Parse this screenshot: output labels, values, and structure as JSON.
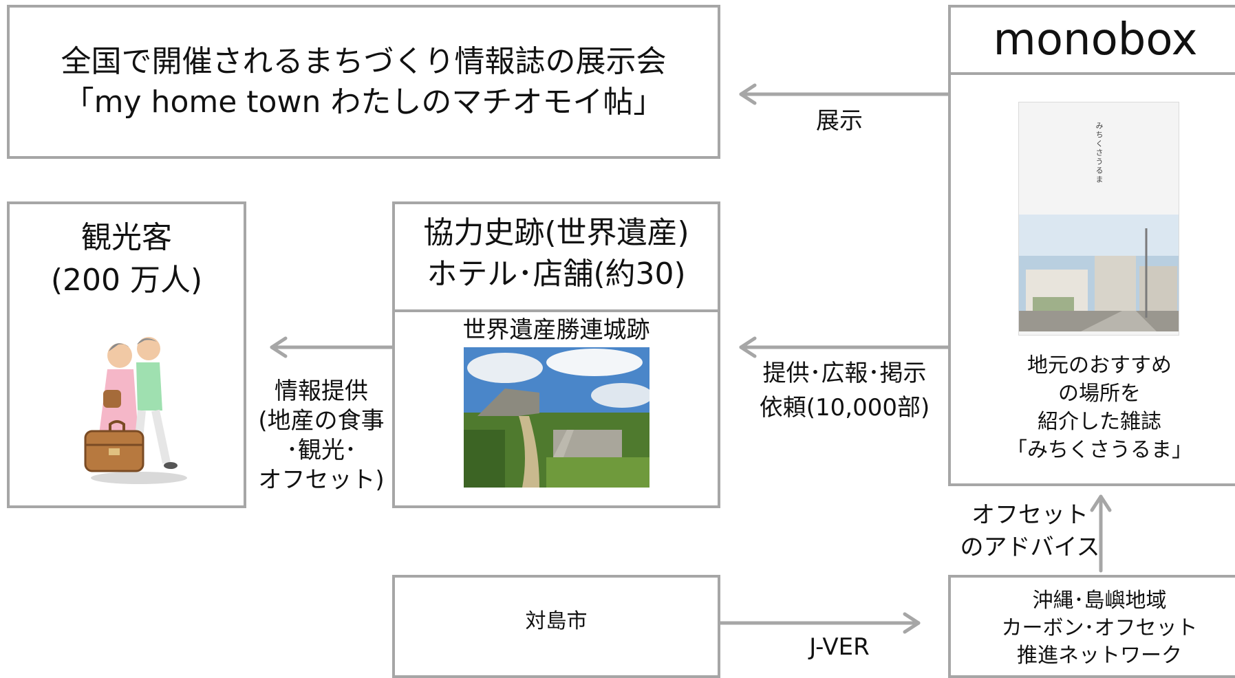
{
  "exhibition": {
    "line1": "全国で開催されるまちづくり情報誌の展示会",
    "line2": "「my home town わたしのマチオモイ帖」"
  },
  "monobox": {
    "title": "monobox",
    "magazine_cover_title": "みちくさうるま",
    "caption": [
      "地元のおすすめ",
      "の場所を",
      "紹介した雑誌",
      "「みちくさうるま」"
    ]
  },
  "tourists": {
    "line1": "観光客",
    "line2": "(200 万人)"
  },
  "partners": {
    "line1": "協力史跡(世界遺産)",
    "line2": "ホテル･店舗(約30)",
    "site_label": "世界遺産勝連城跡"
  },
  "tsushima": {
    "label": "対島市"
  },
  "network": {
    "lines": [
      "沖縄･島嶼地域",
      "カーボン･オフセット",
      "推進ネットワーク"
    ]
  },
  "arrows": {
    "exhibit": "展示",
    "provide": [
      "提供･広報･掲示",
      "依頼(10,000部)"
    ],
    "info": [
      "情報提供",
      "(地産の食事",
      "･観光･",
      "オフセット)"
    ],
    "advice": [
      "オフセット",
      "のアドバイス"
    ],
    "jver": "J-VER"
  },
  "colors": {
    "border": "#a6a6a6",
    "arrow": "#a6a6a6",
    "text": "#111111"
  }
}
